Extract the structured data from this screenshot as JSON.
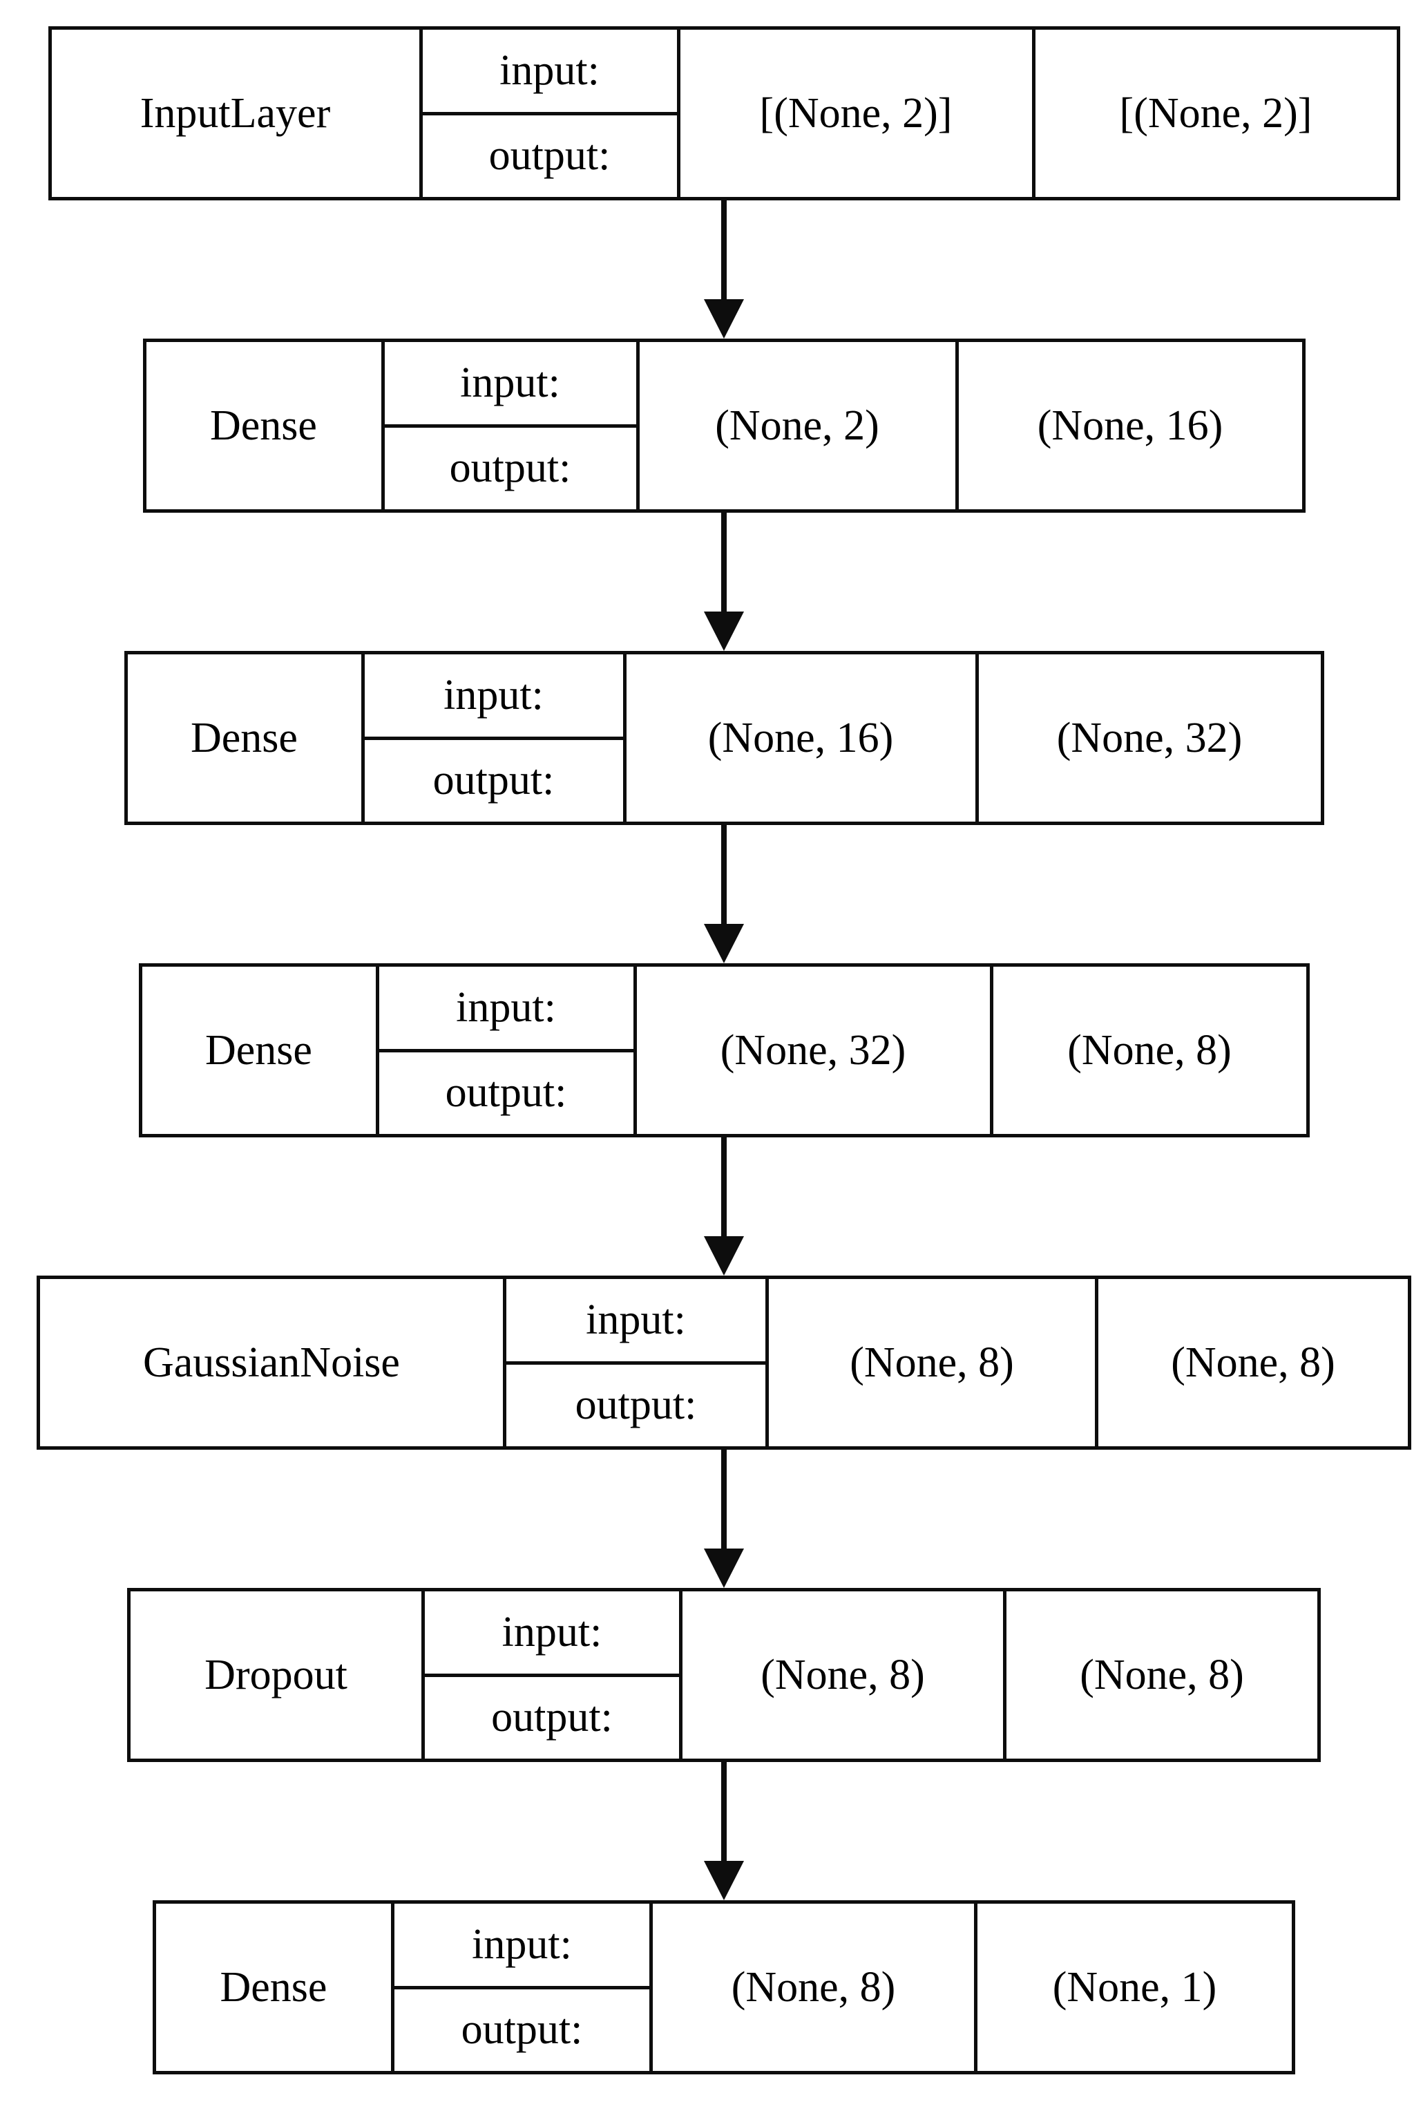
{
  "diagram": {
    "kind": "neural-network-layer-graph",
    "colors": {
      "background": "#ffffff",
      "border": "#0d0d0d",
      "text": "#000000",
      "arrow": "#0d0d0d"
    },
    "layers": [
      {
        "name": "InputLayer",
        "input_label": "input:",
        "output_label": "output:",
        "input_shape": "[(None, 2)]",
        "output_shape": "[(None, 2)]"
      },
      {
        "name": "Dense",
        "input_label": "input:",
        "output_label": "output:",
        "input_shape": "(None, 2)",
        "output_shape": "(None, 16)"
      },
      {
        "name": "Dense",
        "input_label": "input:",
        "output_label": "output:",
        "input_shape": "(None, 16)",
        "output_shape": "(None, 32)"
      },
      {
        "name": "Dense",
        "input_label": "input:",
        "output_label": "output:",
        "input_shape": "(None, 32)",
        "output_shape": "(None, 8)"
      },
      {
        "name": "GaussianNoise",
        "input_label": "input:",
        "output_label": "output:",
        "input_shape": "(None, 8)",
        "output_shape": "(None, 8)"
      },
      {
        "name": "Dropout",
        "input_label": "input:",
        "output_label": "output:",
        "input_shape": "(None, 8)",
        "output_shape": "(None, 8)"
      },
      {
        "name": "Dense",
        "input_label": "input:",
        "output_label": "output:",
        "input_shape": "(None, 8)",
        "output_shape": "(None, 1)"
      }
    ]
  }
}
